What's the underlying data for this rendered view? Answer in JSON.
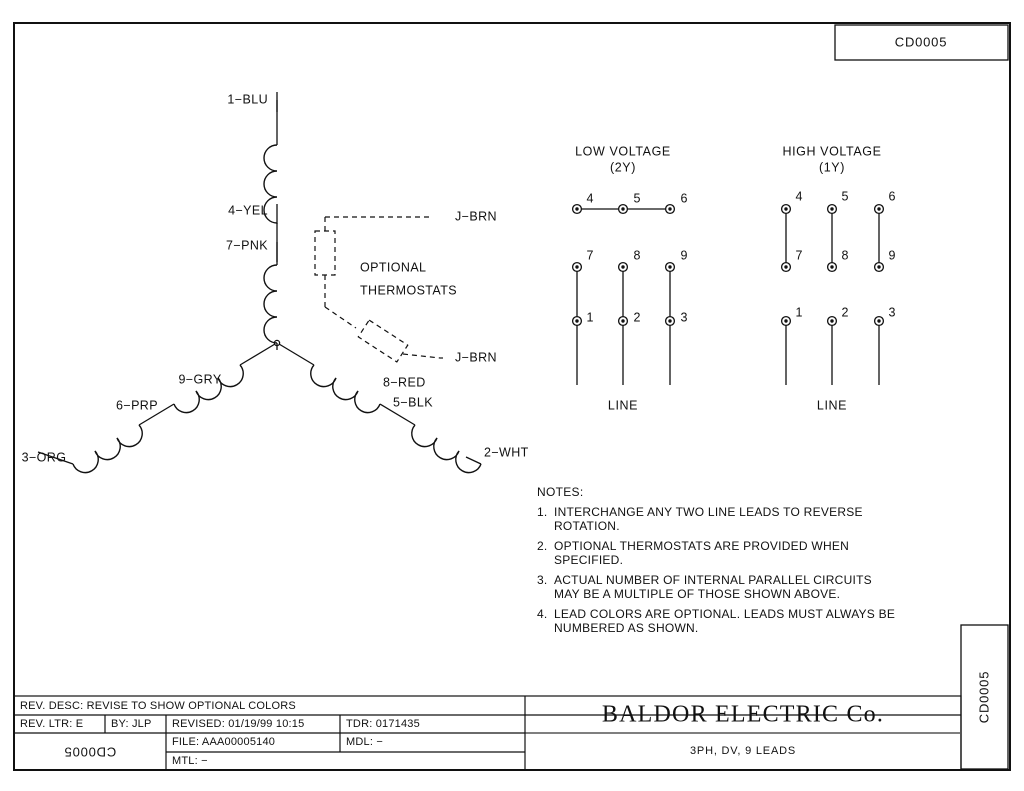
{
  "sheet": {
    "drawing_number": "CD0005",
    "drawing_number_side": "CD0005",
    "drawing_number_bottom_left": "CD0005"
  },
  "winding": {
    "leads": [
      {
        "id": "lead-1",
        "label": "1−BLU"
      },
      {
        "id": "lead-4",
        "label": "4−YEL"
      },
      {
        "id": "lead-7",
        "label": "7−PNK"
      },
      {
        "id": "lead-9",
        "label": "9−GRY"
      },
      {
        "id": "lead-6",
        "label": "6−PRP"
      },
      {
        "id": "lead-3",
        "label": "3−ORG"
      },
      {
        "id": "lead-8",
        "label": "8−RED"
      },
      {
        "id": "lead-5",
        "label": "5−BLK"
      },
      {
        "id": "lead-2",
        "label": "2−WHT"
      }
    ],
    "thermostat": {
      "caption_line1": "OPTIONAL",
      "caption_line2": "THERMOSTATS",
      "lead_top": "J−BRN",
      "lead_bottom": "J−BRN"
    }
  },
  "connection_diagrams": [
    {
      "id": "low-voltage",
      "title_line1": "LOW VOLTAGE",
      "title_line2": "(2Y)",
      "line_label": "LINE",
      "top_row_terminals": [
        "4",
        "5",
        "6"
      ],
      "mid_row_terminals": [
        "7",
        "8",
        "9"
      ],
      "bottom_row_terminals": [
        "1",
        "2",
        "3"
      ]
    },
    {
      "id": "high-voltage",
      "title_line1": "HIGH VOLTAGE",
      "title_line2": "(1Y)",
      "line_label": "LINE",
      "top_row_terminals": [
        "4",
        "5",
        "6"
      ],
      "mid_row_terminals": [
        "7",
        "8",
        "9"
      ],
      "bottom_row_terminals": [
        "1",
        "2",
        "3"
      ]
    }
  ],
  "notes": {
    "heading": "NOTES:",
    "items": [
      {
        "num": "1.",
        "line1": "INTERCHANGE ANY TWO LINE LEADS TO REVERSE",
        "line2": "ROTATION."
      },
      {
        "num": "2.",
        "line1": "OPTIONAL THERMOSTATS ARE PROVIDED WHEN",
        "line2": "SPECIFIED."
      },
      {
        "num": "3.",
        "line1": "ACTUAL NUMBER OF INTERNAL PARALLEL CIRCUITS",
        "line2": "MAY BE A MULTIPLE OF THOSE SHOWN ABOVE."
      },
      {
        "num": "4.",
        "line1": "LEAD COLORS ARE OPTIONAL.   LEADS MUST ALWAYS BE",
        "line2": "NUMBERED AS SHOWN."
      }
    ]
  },
  "title_block": {
    "rev_desc": "REV. DESC:  REVISE TO SHOW OPTIONAL COLORS",
    "rev_ltr": "REV. LTR:  E",
    "by": "BY:   JLP",
    "revised": "REVISED: 01/19/99 10:15",
    "tdr": "TDR: 0171435",
    "file": "FILE: AAA00005140",
    "mdl": "MDL: −",
    "mtl": "MTL: −",
    "company": "BALDOR ELECTRIC Co.",
    "subtitle": "3PH, DV, 9 LEADS"
  }
}
